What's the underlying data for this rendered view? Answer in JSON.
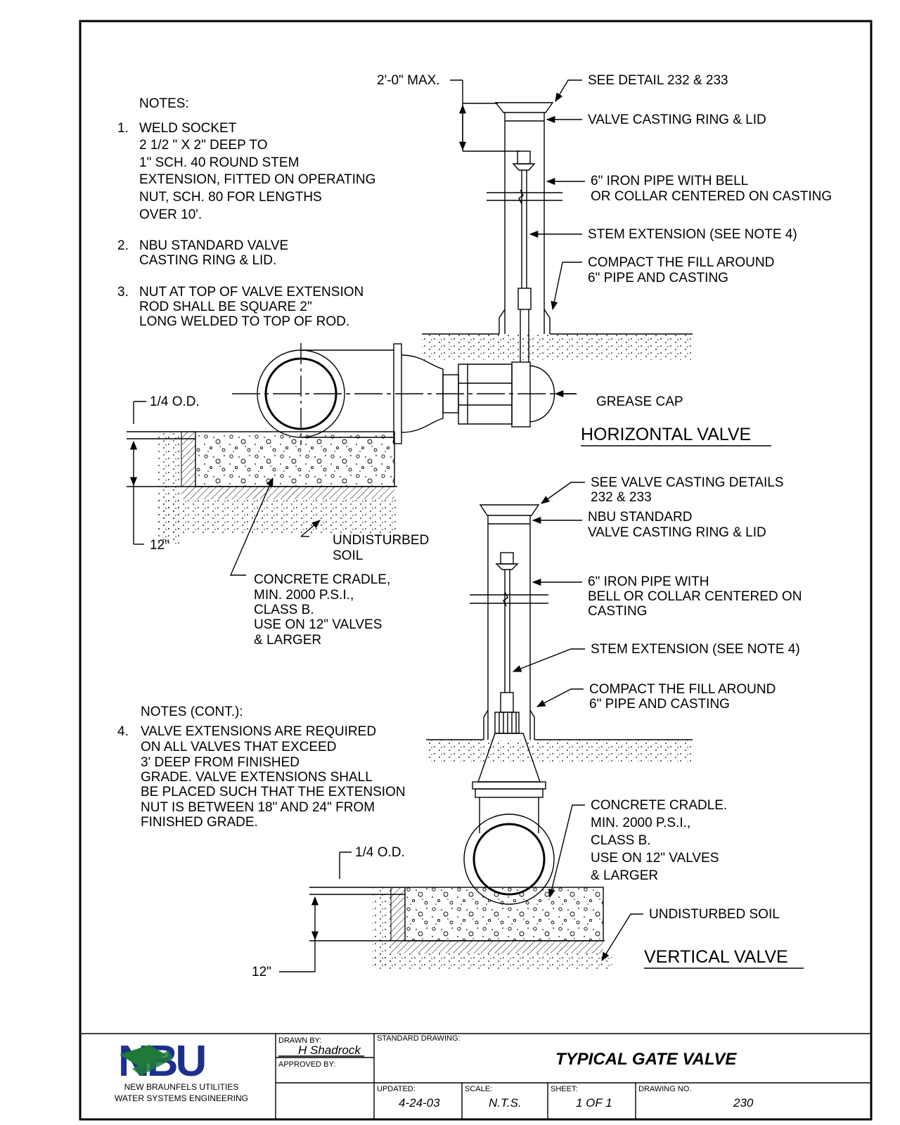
{
  "notes": {
    "heading": "NOTES:",
    "items": [
      {
        "num": "1.",
        "lines": [
          "WELD SOCKET",
          "2 1/2 \" X 2\" DEEP TO",
          "1\" SCH. 40 ROUND STEM",
          "EXTENSION, FITTED ON OPERATING",
          "NUT, SCH. 80 FOR LENGTHS",
          "OVER 10'."
        ]
      },
      {
        "num": "2.",
        "lines": [
          "NBU STANDARD VALVE",
          "CASTING RING & LID."
        ]
      },
      {
        "num": "3.",
        "lines": [
          "NUT AT TOP OF VALVE EXTENSION",
          "ROD SHALL BE SQUARE 2\"",
          "LONG WELDED TO TOP OF ROD."
        ]
      }
    ]
  },
  "notes_cont": {
    "heading": "NOTES (CONT.):",
    "num": "4.",
    "lines": [
      "VALVE  EXTENSIONS ARE REQUIRED",
      "ON ALL VALVES THAT EXCEED",
      "3' DEEP FROM FINISHED",
      "GRADE.  VALVE EXTENSIONS SHALL",
      "BE PLACED SUCH THAT THE EXTENSION",
      "NUT IS BETWEEN     18\" AND 24\" FROM",
      "FINISHED GRADE."
    ]
  },
  "horizontal": {
    "title": "HORIZONTAL VALVE",
    "dim_max": "2'-0\" MAX.",
    "see_detail": "SEE DETAIL 232 & 233",
    "ring_lid": "VALVE CASTING RING & LID",
    "iron_pipe": [
      "6\" IRON PIPE WITH BELL",
      "OR COLLAR CENTERED ON CASTING"
    ],
    "stem": "STEM EXTENSION (SEE NOTE 4)",
    "compact": [
      "COMPACT THE FILL AROUND",
      "6\" PIPE AND CASTING"
    ],
    "grease_cap": "GREASE CAP",
    "od": "1/4 O.D.",
    "twelve": "12\"",
    "undisturbed": [
      "UNDISTURBED",
      "SOIL"
    ],
    "cradle": [
      "CONCRETE CRADLE,",
      "MIN.   2000 P.S.I.,",
      "CLASS B.",
      "USE ON 12\" VALVES",
      "& LARGER"
    ]
  },
  "vertical": {
    "title": "VERTICAL VALVE",
    "see_detail": [
      "SEE VALVE CASTING DETAILS",
      "232 & 233"
    ],
    "ring_lid": [
      "NBU STANDARD",
      "VALVE CASTING RING & LID"
    ],
    "iron_pipe": [
      "6\" IRON PIPE WITH",
      "BELL OR COLLAR CENTERED ON",
      "CASTING"
    ],
    "stem": "STEM EXTENSION (SEE NOTE 4)",
    "compact": [
      "COMPACT THE FILL AROUND",
      "6\" PIPE AND CASTING"
    ],
    "cradle": [
      "CONCRETE CRADLE.",
      "MIN.  2000 P.S.I.,",
      "CLASS B.",
      "USE ON 12\" VALVES",
      "& LARGER"
    ],
    "undisturbed": "UNDISTURBED SOIL",
    "od": "1/4 O.D.",
    "twelve": "12\""
  },
  "title_block": {
    "logo_text": "NBU",
    "company": "NEW BRAUNFELS UTILITIES",
    "department": "WATER SYSTEMS ENGINEERING",
    "drawn_by_label": "DRAWN BY:",
    "drawn_by": "H Shadrock",
    "approved_by_label": "APPROVED BY:",
    "standard_label": "STANDARD DRAWING:",
    "drawing_title": "TYPICAL GATE VALVE",
    "updated_label": "UPDATED:",
    "updated": "4-24-03",
    "scale_label": "SCALE:",
    "scale": "N.T.S.",
    "sheet_label": "SHEET:",
    "sheet": "1 OF 1",
    "drawing_no_label": "DRAWING NO.",
    "drawing_no": "230"
  },
  "colors": {
    "logo_green": "#1f7a3a",
    "logo_blue": "#1c2f8f"
  }
}
